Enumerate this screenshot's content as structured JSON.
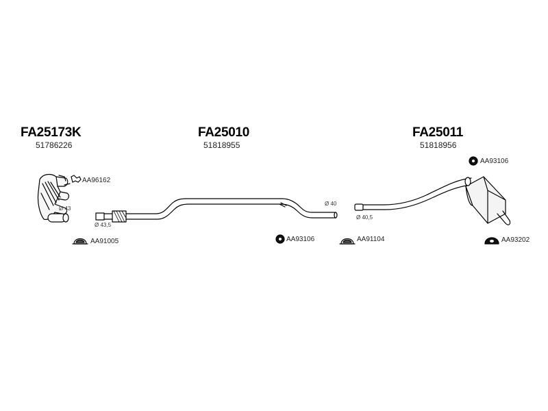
{
  "assemblies": [
    {
      "part_number": "FA25173K",
      "reference": "51786226"
    },
    {
      "part_number": "FA25010",
      "reference": "51818955"
    },
    {
      "part_number": "FA25011",
      "reference": "51818956"
    }
  ],
  "accessories": {
    "aa96162": "AA96162",
    "aa91005": "AA91005",
    "aa93106_mid": "AA93106",
    "aa91104": "AA91104",
    "aa93106_right": "AA93106",
    "aa93202": "AA93202"
  },
  "diameters": {
    "d43": "Ø 43",
    "d43_5": "Ø 43,5",
    "d40": "Ø 40",
    "d40_5": "Ø 40,5"
  }
}
